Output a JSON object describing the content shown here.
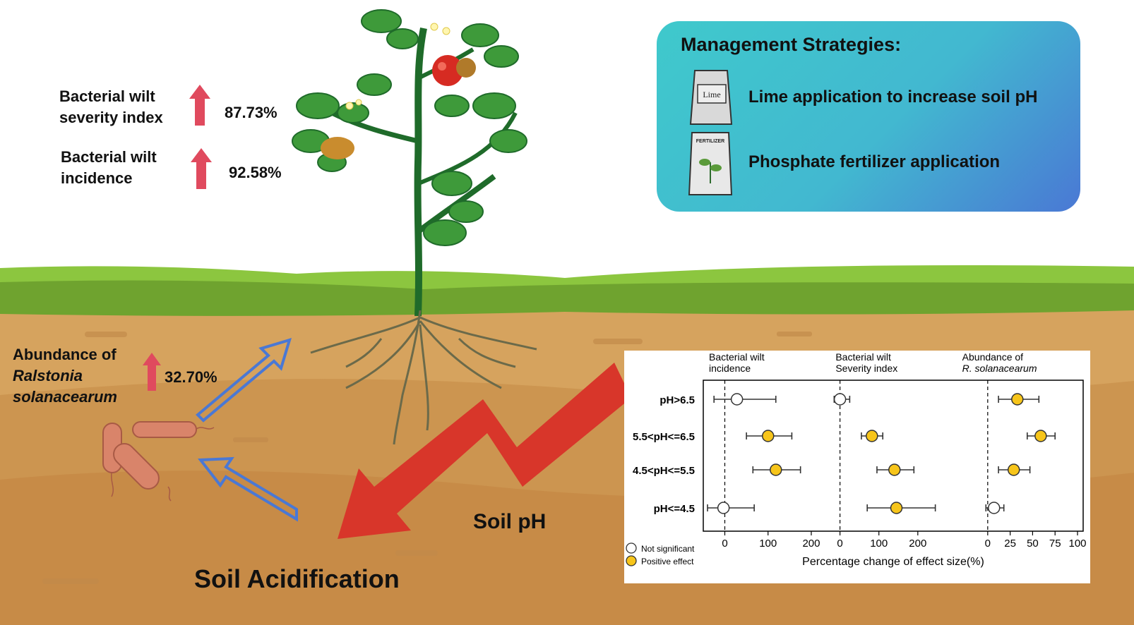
{
  "stats": {
    "severity": {
      "label_line1": "Bacterial wilt",
      "label_line2": "severity index",
      "value": "87.73%"
    },
    "incidence": {
      "label_line1": "Bacterial wilt",
      "label_line2": "incidence",
      "value": "92.58%"
    },
    "abundance": {
      "label_line1": "Abundance of",
      "label_line2": "Ralstonia",
      "label_line3": "solanacearum",
      "value": "32.70%"
    }
  },
  "management": {
    "title": "Management Strategies:",
    "items": [
      {
        "text": "Lime application to increase soil pH",
        "icon": "lime-bag-icon",
        "icon_label": "Lime"
      },
      {
        "text": "Phosphate fertilizer application",
        "icon": "fertilizer-bag-icon",
        "icon_label": "FERTILIZER"
      }
    ]
  },
  "labels": {
    "soil_acidification": "Soil Acidification",
    "soil_ph": "Soil pH"
  },
  "colors": {
    "grass": "#8cc63f",
    "soil": "#d09a55",
    "red_arrow": "#d8362a",
    "blue_arrow": "#4a78d4",
    "up_arrow": "#e04a5e",
    "positive": "#f7c51a"
  },
  "chart_data": {
    "type": "forest",
    "categories": [
      "pH>6.5",
      "5.5<pH<=6.5",
      "4.5<pH<=5.5",
      "pH<=4.5"
    ],
    "xlabel": "Percentage change of effect size(%)",
    "legend": [
      {
        "label": "Not significant",
        "fill": "#ffffff"
      },
      {
        "label": "Positive effect",
        "fill": "#f7c51a"
      }
    ],
    "panels": [
      {
        "title_line1": "Bacterial wilt",
        "title_line2": "incidence",
        "xlim": [
          -40,
          230
        ],
        "ticks": [
          0,
          100,
          200
        ],
        "points": [
          {
            "value": 28,
            "low": -25,
            "high": 118,
            "significant": false
          },
          {
            "value": 100,
            "low": 50,
            "high": 155,
            "significant": true
          },
          {
            "value": 118,
            "low": 65,
            "high": 175,
            "significant": true
          },
          {
            "value": -3,
            "low": -40,
            "high": 68,
            "significant": false
          }
        ]
      },
      {
        "title_line1": "Bacterial wilt",
        "title_line2": "Severity index",
        "xlim": [
          -15,
          285
        ],
        "ticks": [
          0,
          100,
          200
        ],
        "points": [
          {
            "value": 0,
            "low": -15,
            "high": 25,
            "significant": false
          },
          {
            "value": 82,
            "low": 55,
            "high": 110,
            "significant": true
          },
          {
            "value": 140,
            "low": 95,
            "high": 190,
            "significant": true
          },
          {
            "value": 145,
            "low": 70,
            "high": 245,
            "significant": true
          }
        ]
      },
      {
        "title_line1": "Abundance of",
        "title_line2": "R. solanacearum",
        "xlim": [
          -30,
          100
        ],
        "ticks": [
          0,
          25,
          50,
          75,
          100
        ],
        "points": [
          {
            "value": 33,
            "low": 12,
            "high": 57,
            "significant": true
          },
          {
            "value": 59,
            "low": 44,
            "high": 75,
            "significant": true
          },
          {
            "value": 29,
            "low": 12,
            "high": 47,
            "significant": true
          },
          {
            "value": 7,
            "low": -2,
            "high": 18,
            "significant": false
          }
        ]
      }
    ]
  }
}
